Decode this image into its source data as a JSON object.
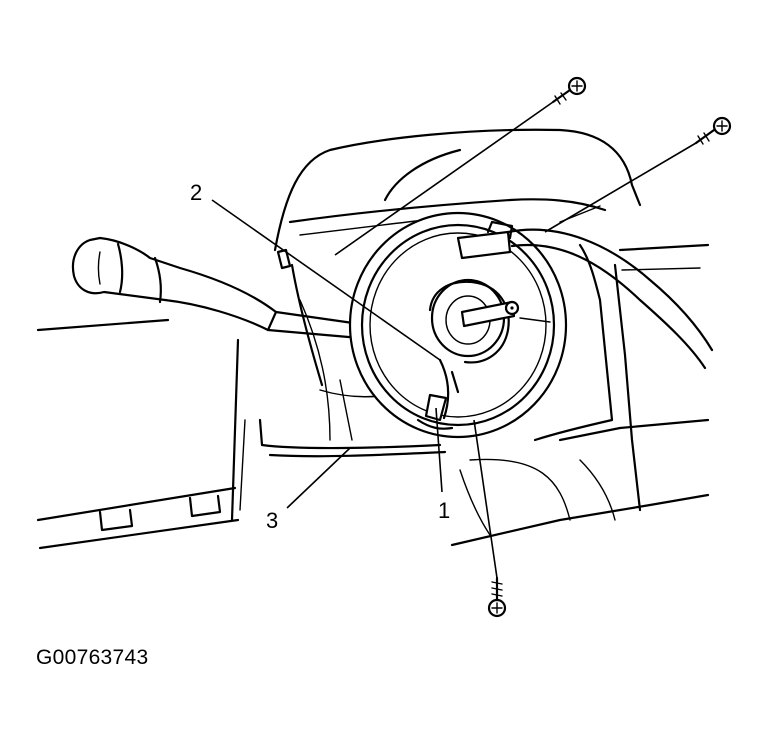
{
  "callouts": {
    "c1": "1",
    "c2": "2",
    "c3": "3"
  },
  "figure_id": "G00763743"
}
